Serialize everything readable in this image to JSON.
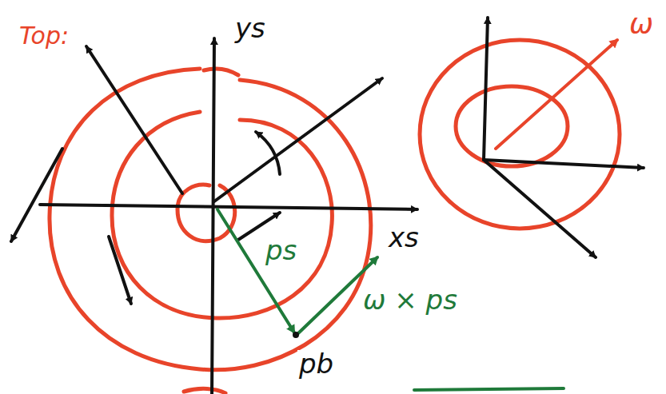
{
  "diagram": {
    "labels": [
      "Top:",
      "ys",
      "xs",
      "ps",
      "ω × ps",
      "pb",
      "ω"
    ]
  }
}
